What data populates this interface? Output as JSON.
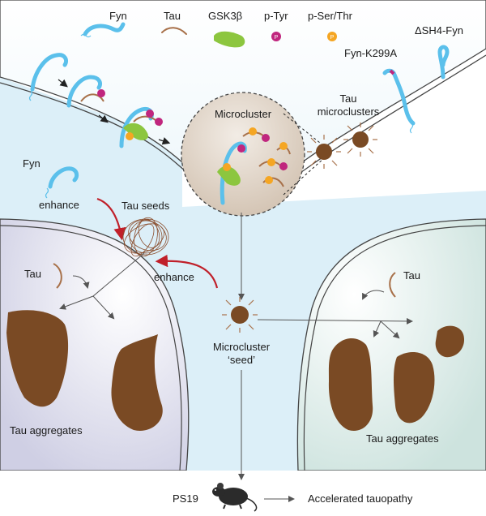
{
  "legend": {
    "fyn": "Fyn",
    "tau": "Tau",
    "gsk3b": "GSK3β",
    "ptyr": "p-Tyr",
    "pserthr": "p-Ser/Thr",
    "fyn_k299a": "Fyn-K299A",
    "dsh4_fyn": "ΔSH4-Fyn",
    "phospho_symbol": "P"
  },
  "labels": {
    "microcluster": "Microcluster",
    "tau_microclusters_line1": "Tau",
    "tau_microclusters_line2": "microclusters",
    "fyn_left": "Fyn",
    "enhance_top": "enhance",
    "tau_seeds": "Tau seeds",
    "enhance_bottom": "enhance",
    "tau_left": "Tau",
    "tau_right": "Tau",
    "microcluster_seed_line1": "Microcluster",
    "microcluster_seed_line2": "‘seed’",
    "tau_aggregates_left": "Tau aggregates",
    "tau_aggregates_right": "Tau aggregates",
    "ps19": "PS19",
    "accelerated": "Accelerated tauopathy"
  },
  "colors": {
    "fyn": "#5bc0eb",
    "tau": "#a8714a",
    "gsk3b": "#8cc63f",
    "ptyr": "#c0267e",
    "pserthr": "#f5a623",
    "aggregate": "#7a4a24",
    "enhance_arrow": "#c0202a",
    "cell_bg": "#dceff8",
    "left_cell": "#d4d4e8",
    "right_cell": "#d7e8e4",
    "microcluster_fill": "#d8cbbd"
  }
}
